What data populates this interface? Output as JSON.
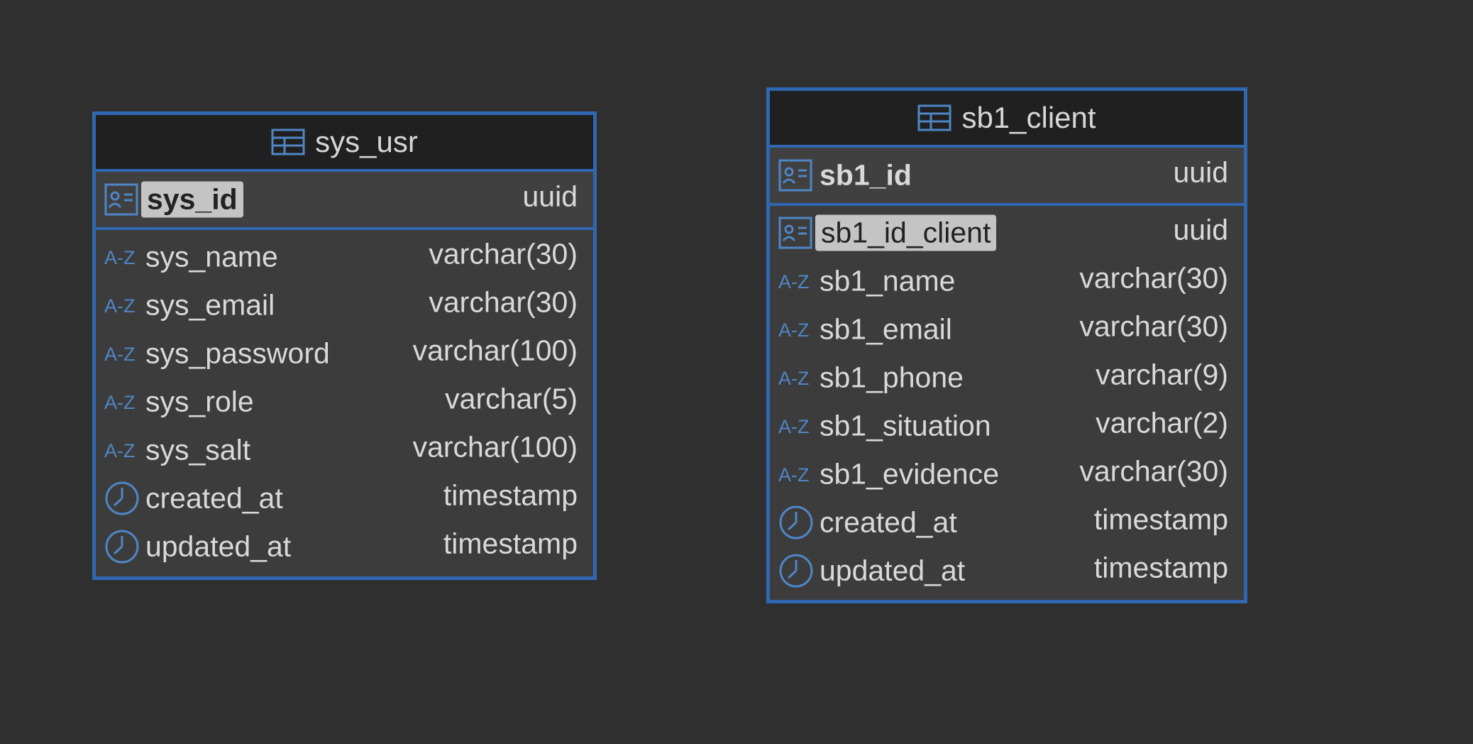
{
  "colors": {
    "background": "#2f2f2f",
    "entity_border": "#2f67b3",
    "header_background": "#202020",
    "body_background": "#3c3c3c",
    "icon_blue": "#4f86c6",
    "highlight": "#c4c4c4"
  },
  "entities": [
    {
      "name": "sys_usr",
      "icon": "table-icon",
      "primary_key": {
        "name": "sys_id",
        "type": "uuid",
        "icon": "key-icon"
      },
      "columns": [
        {
          "name": "sys_name",
          "type": "varchar(30)",
          "icon": "a-z-icon"
        },
        {
          "name": "sys_email",
          "type": "varchar(30)",
          "icon": "a-z-icon"
        },
        {
          "name": "sys_password",
          "type": "varchar(100)",
          "icon": "a-z-icon"
        },
        {
          "name": "sys_role",
          "type": "varchar(5)",
          "icon": "a-z-icon"
        },
        {
          "name": "sys_salt",
          "type": "varchar(100)",
          "icon": "a-z-icon"
        },
        {
          "name": "created_at",
          "type": "timestamp",
          "icon": "clock-icon"
        },
        {
          "name": "updated_at",
          "type": "timestamp",
          "icon": "clock-icon"
        }
      ]
    },
    {
      "name": "sb1_client",
      "icon": "table-icon",
      "primary_key": {
        "name": "sb1_id",
        "type": "uuid",
        "icon": "key-icon"
      },
      "columns": [
        {
          "name": "sb1_id_client",
          "type": "uuid",
          "icon": "key-icon",
          "highlighted": true
        },
        {
          "name": "sb1_name",
          "type": "varchar(30)",
          "icon": "a-z-icon"
        },
        {
          "name": "sb1_email",
          "type": "varchar(30)",
          "icon": "a-z-icon"
        },
        {
          "name": "sb1_phone",
          "type": "varchar(9)",
          "icon": "a-z-icon"
        },
        {
          "name": "sb1_situation",
          "type": "varchar(2)",
          "icon": "a-z-icon"
        },
        {
          "name": "sb1_evidence",
          "type": "varchar(30)",
          "icon": "a-z-icon"
        },
        {
          "name": "created_at",
          "type": "timestamp",
          "icon": "clock-icon"
        },
        {
          "name": "updated_at",
          "type": "timestamp",
          "icon": "clock-icon"
        }
      ]
    }
  ]
}
